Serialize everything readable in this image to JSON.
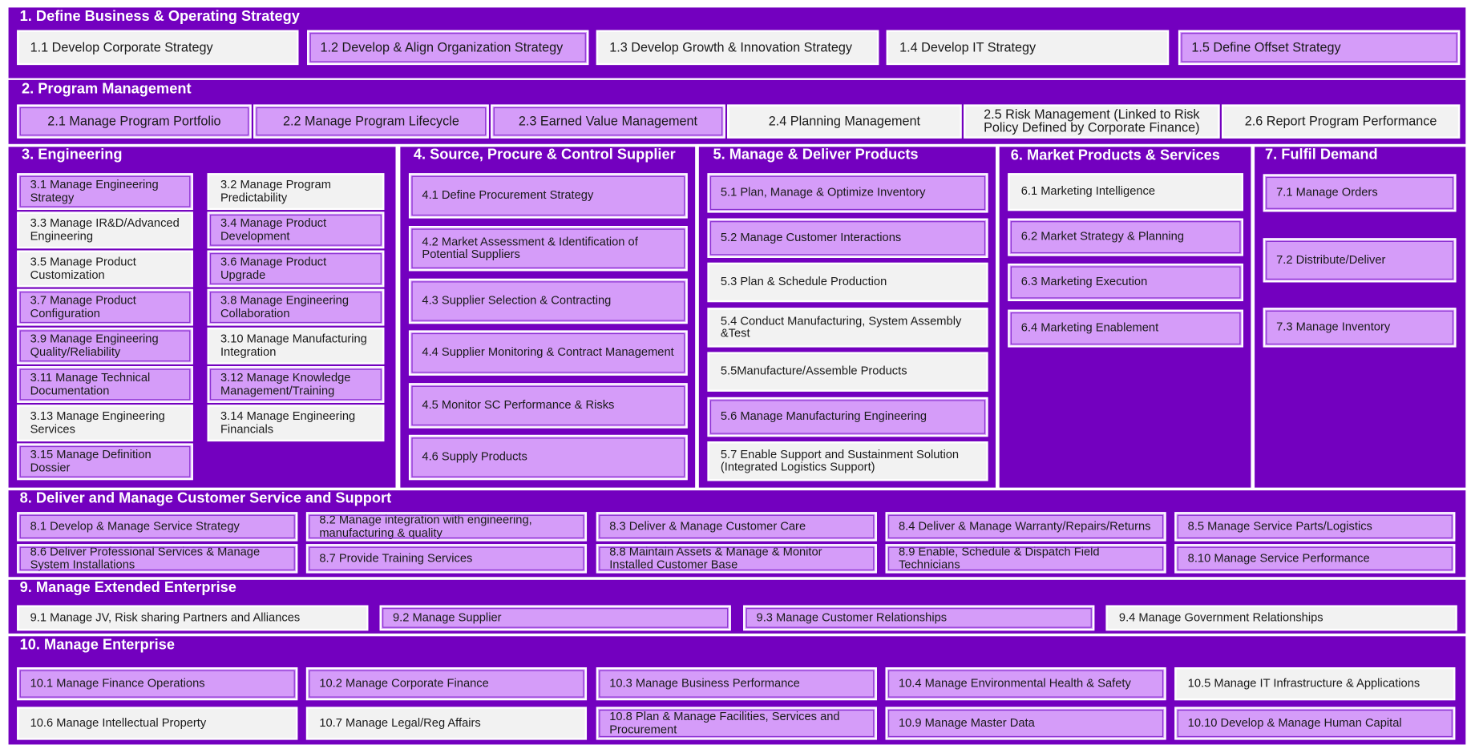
{
  "colors": {
    "section_bg": "#7300bf",
    "highlight_box": "#d59cf9",
    "standard_box": "#f2f2f2",
    "title_text": "#ffffff"
  },
  "sections": [
    {
      "title": "1.  Define Business & Operating Strategy",
      "items": [
        "1.1  Develop Corporate Strategy",
        "1.2  Develop & Align Organization Strategy",
        "1.3  Develop Growth & Innovation Strategy",
        "1.4  Develop IT Strategy",
        "1.5  Define Offset Strategy"
      ]
    },
    {
      "title": "2. Program Management",
      "items": [
        "2.1  Manage Program Portfolio",
        "2.2  Manage Program Lifecycle",
        "2.3  Earned Value Management",
        "2.4 Planning Management",
        "2.5 Risk Management (Linked to Risk Policy Defined by Corporate Finance)",
        "2.6 Report Program Performance"
      ]
    },
    {
      "title": "3. Engineering",
      "items": [
        "3.1 Manage Engineering Strategy",
        "3.2 Manage Program Predictability",
        "3.3 Manage IR&D/Advanced Engineering",
        "3.4 Manage Product Development",
        "3.5 Manage Product Customization",
        "3.6 Manage Product Upgrade",
        "3.7 Manage Product Configuration",
        "3.8 Manage Engineering Collaboration",
        "3.9 Manage Engineering Quality/Reliability",
        "3.10 Manage Manufacturing Integration",
        "3.11 Manage Technical Documentation",
        "3.12 Manage Knowledge Management/Training",
        "3.13 Manage Engineering Services",
        "3.14 Manage Engineering Financials",
        "3.15 Manage Definition Dossier"
      ]
    },
    {
      "title": "4. Source, Procure & Control Supplier",
      "items": [
        "4.1 Define Procurement Strategy",
        "4.2 Market Assessment & Identification of Potential Suppliers",
        "4.3 Supplier Selection & Contracting",
        "4.4 Supplier Monitoring & Contract Management",
        "4.5 Monitor SC Performance & Risks",
        "4.6 Supply Products"
      ]
    },
    {
      "title": "5. Manage & Deliver Products",
      "items": [
        "5.1 Plan, Manage & Optimize Inventory",
        "5.2 Manage Customer Interactions",
        "5.3 Plan & Schedule Production",
        "5.4 Conduct Manufacturing, System Assembly &Test",
        "5.5Manufacture/Assemble Products",
        "5.6 Manage Manufacturing Engineering",
        "5.7 Enable Support and Sustainment Solution (Integrated Logistics Support)"
      ]
    },
    {
      "title": "6. Market Products & Services",
      "items": [
        "6.1 Marketing Intelligence",
        "6.2 Market Strategy & Planning",
        "6.3 Marketing Execution",
        "6.4 Marketing Enablement"
      ]
    },
    {
      "title": "7. Fulfil Demand",
      "items": [
        "7.1 Manage Orders",
        "7.2 Distribute/Deliver",
        "7.3 Manage Inventory"
      ]
    },
    {
      "title": "8. Deliver and Manage Customer Service and Support",
      "items": [
        "8.1 Develop & Manage Service Strategy",
        "8.2 Manage integration with engineering, manufacturing & quality",
        "8.3 Deliver & Manage Customer Care",
        "8.4 Deliver & Manage Warranty/Repairs/Returns",
        "8.5 Manage Service Parts/Logistics",
        "8.6 Deliver Professional Services & Manage System Installations",
        "8.7 Provide Training Services",
        "8.8 Maintain Assets & Manage & Monitor Installed Customer Base",
        "8.9 Enable, Schedule & Dispatch Field Technicians",
        "8.10 Manage Service Performance"
      ]
    },
    {
      "title": "9. Manage Extended Enterprise",
      "items": [
        "9.1 Manage JV, Risk sharing Partners and Alliances",
        "9.2 Manage Supplier",
        "9.3 Manage Customer Relationships",
        "9.4 Manage Government Relationships"
      ]
    },
    {
      "title": "10.  Manage Enterprise",
      "items": [
        "10.1 Manage Finance Operations",
        "10.2 Manage Corporate Finance",
        "10.3 Manage Business Performance",
        "10.4 Manage Environmental Health & Safety",
        "10.5 Manage IT Infrastructure & Applications",
        "10.6 Manage Intellectual Property",
        "10.7 Manage Legal/Reg Affairs",
        "10.8 Plan & Manage Facilities, Services and Procurement",
        "10.9 Manage Master Data",
        "10.10 Develop & Manage Human Capital"
      ]
    }
  ]
}
